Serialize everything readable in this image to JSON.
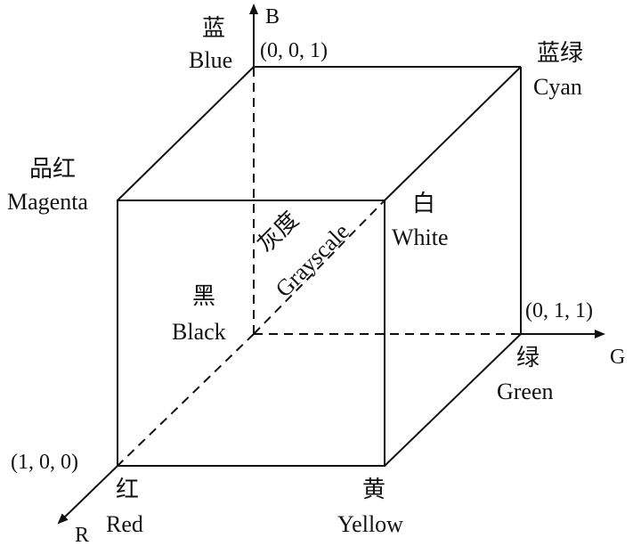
{
  "axes": {
    "b": "B",
    "g": "G",
    "r": "R"
  },
  "vertices": {
    "blue": {
      "zh": "蓝",
      "en": "Blue",
      "coord": "(0, 0, 1)"
    },
    "cyan": {
      "zh": "蓝绿",
      "en": "Cyan"
    },
    "magenta": {
      "zh": "品红",
      "en": "Magenta"
    },
    "white": {
      "zh": "白",
      "en": "White"
    },
    "black": {
      "zh": "黑",
      "en": "Black"
    },
    "green": {
      "zh": "绿",
      "en": "Green",
      "coord": "(0, 1, 1)"
    },
    "red": {
      "zh": "红",
      "en": "Red",
      "coord": "(1, 0, 0)"
    },
    "yellow": {
      "zh": "黄",
      "en": "Yellow"
    }
  },
  "diagonal": {
    "zh": "灰度",
    "en": "Grayscale"
  },
  "colors": {
    "line": "#111111",
    "background": "#ffffff"
  }
}
